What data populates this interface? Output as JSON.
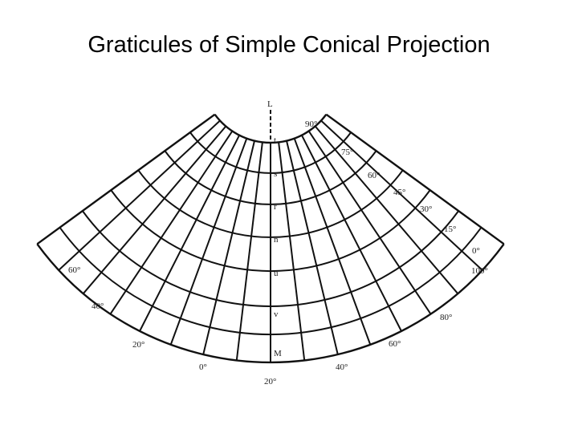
{
  "title": "Graticules of Simple Conical Projection",
  "axis_letters": [
    "L",
    "t",
    "s",
    "r",
    "n",
    "u",
    "v",
    "M"
  ],
  "parallel_labels_right": [
    "90°",
    "75°",
    "60°",
    "45°",
    "30°",
    "15°",
    "0°"
  ],
  "parallel_label_left": "60°",
  "meridian_labels_right": [
    "100°",
    "80°",
    "60°",
    "40°",
    "20°"
  ],
  "meridian_labels_left": [
    "40°",
    "20°",
    "0°"
  ]
}
